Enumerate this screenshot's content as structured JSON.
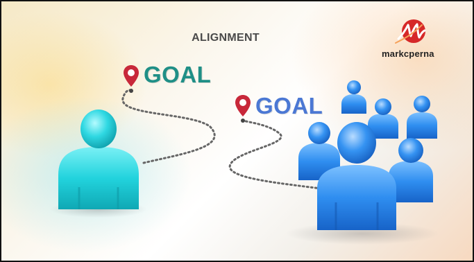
{
  "slide": {
    "title": "ALIGNMENT",
    "goal_left_label": "GOAL",
    "goal_right_label": "GOAL",
    "brand_name": "markcperna",
    "colors": {
      "goal_left": "#1f8f86",
      "goal_right": "#4b78d4",
      "individual_figure": "#22d3dd",
      "group_figures": "#2f8ef0",
      "pin": "#c8283a",
      "logo": "#d62828"
    },
    "icons": [
      "location-pin-icon",
      "person-icon",
      "group-icon",
      "brand-logo-icon"
    ]
  }
}
